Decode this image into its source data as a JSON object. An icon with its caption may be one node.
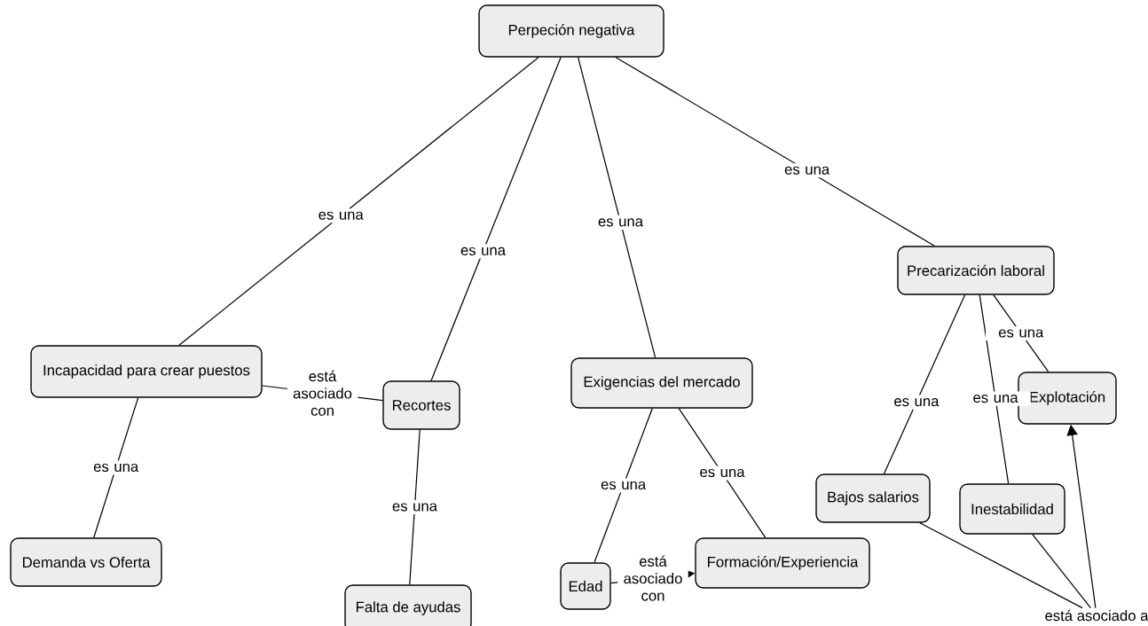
{
  "diagram": {
    "nodes": [
      {
        "text": [
          "Perpeción negativa"
        ]
      },
      {
        "text": [
          "Incapacidad para crear puestos"
        ]
      },
      {
        "text": [
          "Recortes"
        ]
      },
      {
        "text": [
          "Exigencias del mercado"
        ]
      },
      {
        "text": [
          "Precarización laboral"
        ]
      },
      {
        "text": [
          "Demanda vs Oferta"
        ]
      },
      {
        "text": [
          "Falta de ayudas"
        ]
      },
      {
        "text": [
          "Edad"
        ]
      },
      {
        "text": [
          "Formación/Experiencia"
        ]
      },
      {
        "text": [
          "Bajos salarios"
        ]
      },
      {
        "text": [
          "Inestabilidad"
        ]
      },
      {
        "text": [
          "Explotación"
        ]
      },
      {
        "text": [
          "está asociado a"
        ]
      }
    ],
    "edges": [
      {
        "from": 0,
        "to": 1,
        "arrow": "none",
        "label": "es una"
      },
      {
        "from": 0,
        "to": 2,
        "arrow": "none",
        "label": "es una"
      },
      {
        "from": 0,
        "to": 3,
        "arrow": "none",
        "label": "es una"
      },
      {
        "from": 0,
        "to": 4,
        "arrow": "none",
        "label": "es una"
      },
      {
        "from": 1,
        "to": 2,
        "arrow": "none",
        "label": "está asociado con"
      },
      {
        "from": 1,
        "to": 5,
        "arrow": "none",
        "label": "es una"
      },
      {
        "from": 2,
        "to": 6,
        "arrow": "none",
        "label": "es una"
      },
      {
        "from": 3,
        "to": 7,
        "arrow": "none",
        "label": "es una"
      },
      {
        "from": 3,
        "to": 8,
        "arrow": "none",
        "label": "es una"
      },
      {
        "from": 7,
        "to": 8,
        "arrow": "to",
        "label": "está asociado con"
      },
      {
        "from": 4,
        "to": 9,
        "arrow": "none",
        "label": "es una"
      },
      {
        "from": 4,
        "to": 10,
        "arrow": "none",
        "label": "es una"
      },
      {
        "from": 4,
        "to": 11,
        "arrow": "none",
        "label": "es una"
      },
      {
        "from": 9,
        "to": 12,
        "arrow": "none"
      },
      {
        "from": 10,
        "to": 12,
        "arrow": "none"
      },
      {
        "from": 12,
        "to": 11,
        "arrow": "to"
      }
    ]
  }
}
